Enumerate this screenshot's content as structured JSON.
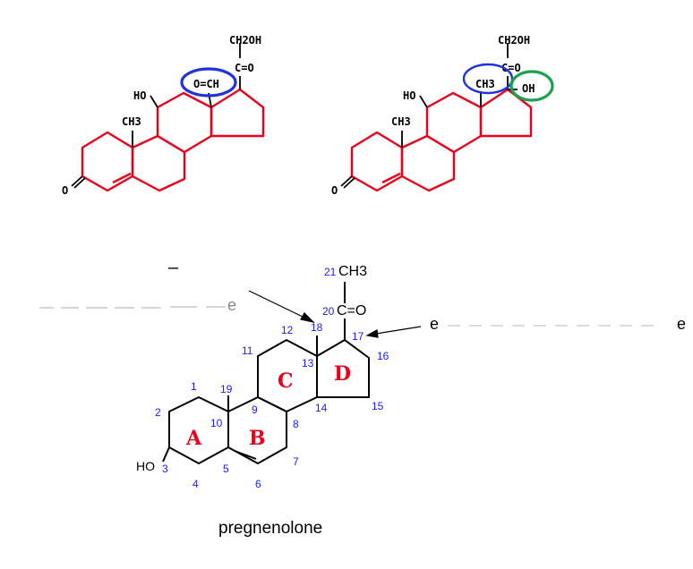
{
  "colors": {
    "ring_red": "#e8001c",
    "bond_black": "#000000",
    "number_blue": "#1a1aff",
    "highlight_blue": "#1f32e0",
    "highlight_green": "#1aa34a"
  },
  "molecule_left": {
    "group_top": "CH2OH",
    "group_carbonyl": "C=O",
    "group_aldehyde": "O=CH",
    "group_hydroxyl": "HO",
    "group_methyl": "CH3",
    "group_ketone": "O"
  },
  "molecule_right": {
    "group_top": "CH2OH",
    "group_carbonyl": "C=O",
    "group_methyl_top": "CH3",
    "group_hydroxyl_17": "OH",
    "group_hydroxyl": "HO",
    "group_methyl": "CH3",
    "group_ketone": "O"
  },
  "pregnenolone": {
    "caption": "pregnenolone",
    "methyl_label": "CH3",
    "carbonyl_label": "C=O",
    "hydroxyl_label": "HO",
    "ring_a": "A",
    "ring_b": "B",
    "ring_c": "C",
    "ring_d": "D",
    "carbon_numbers": [
      "1",
      "2",
      "3",
      "4",
      "5",
      "6",
      "7",
      "8",
      "9",
      "10",
      "11",
      "12",
      "13",
      "14",
      "15",
      "16",
      "17",
      "18",
      "19",
      "20",
      "21"
    ],
    "left_fragment": "e",
    "right_fragment_1": "e",
    "right_fragment_2": "e",
    "top_dash": "–"
  }
}
